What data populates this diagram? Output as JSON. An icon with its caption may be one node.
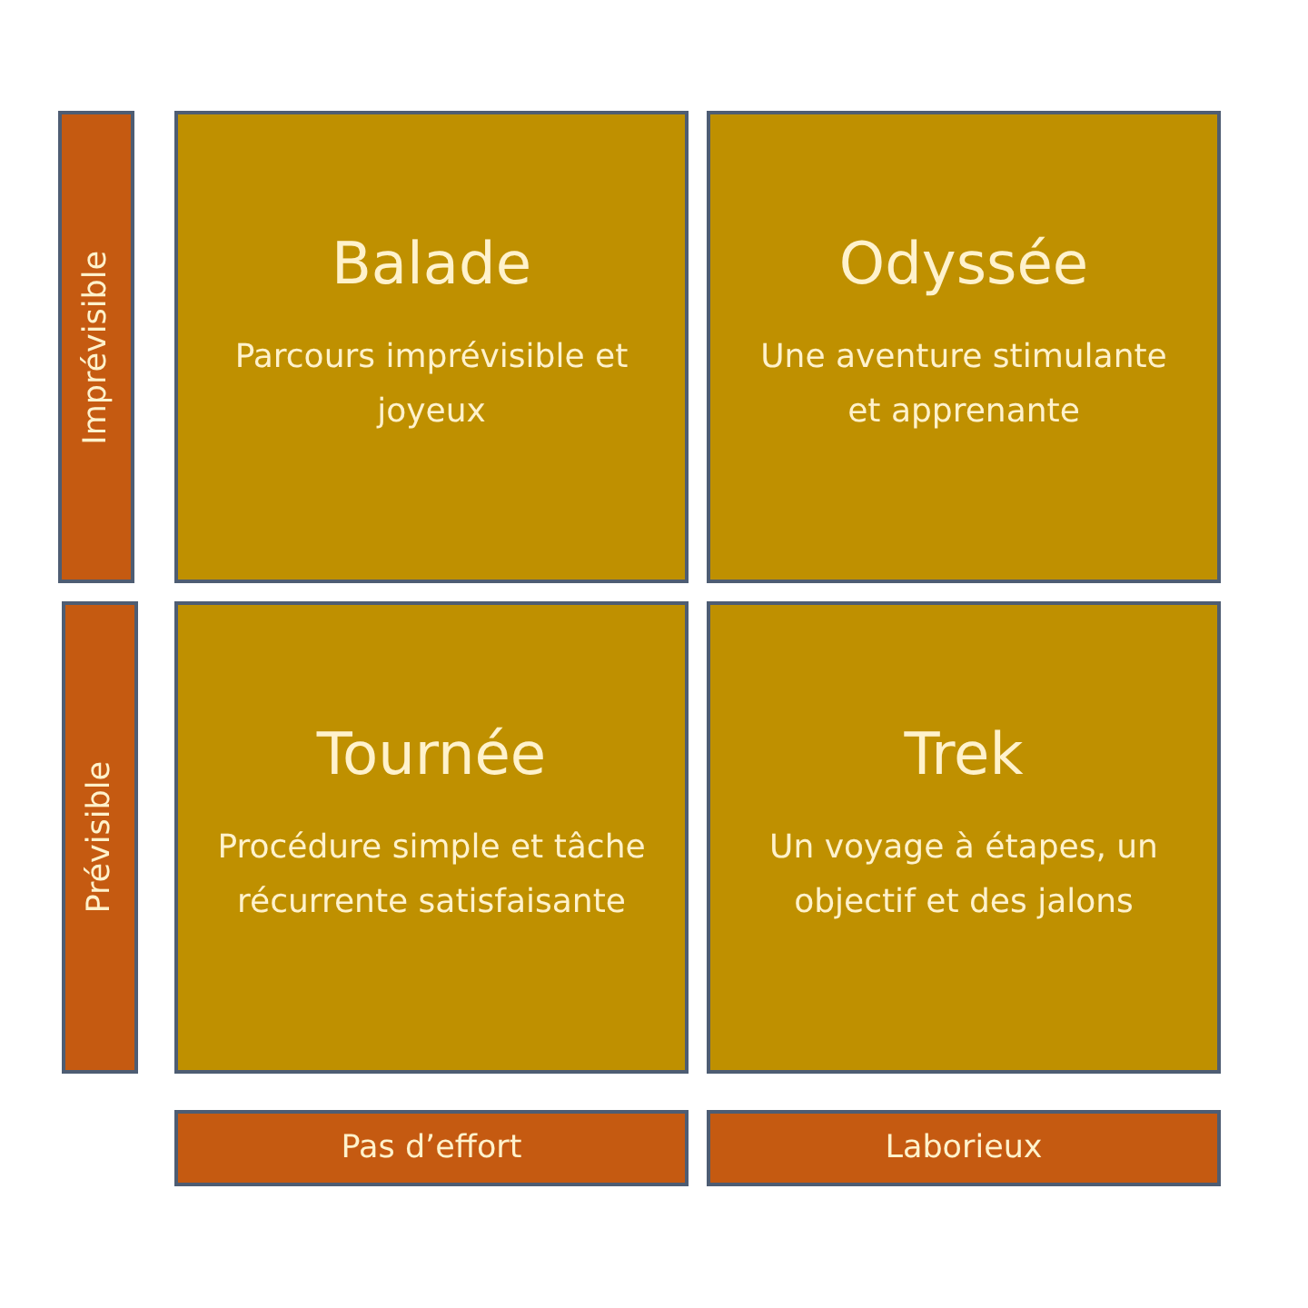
{
  "diagram": {
    "nodes": [
      {
        "text": [
          "Imprévisible"
        ]
      },
      {
        "text": [
          "Balade",
          "Parcours imprévisible et joyeux"
        ]
      },
      {
        "text": [
          "Odyssée",
          "Une aventure stimulante et apprenante"
        ]
      },
      {
        "text": [
          "Prévisible"
        ]
      },
      {
        "text": [
          "Tournée",
          "Procédure simple et tâche récurrente satisfaisante"
        ]
      },
      {
        "text": [
          "Trek",
          "Un voyage à étapes, un objectif et des jalons"
        ]
      },
      {
        "text": [
          "Pas d’effort"
        ]
      },
      {
        "text": [
          "Laborieux"
        ]
      }
    ]
  }
}
